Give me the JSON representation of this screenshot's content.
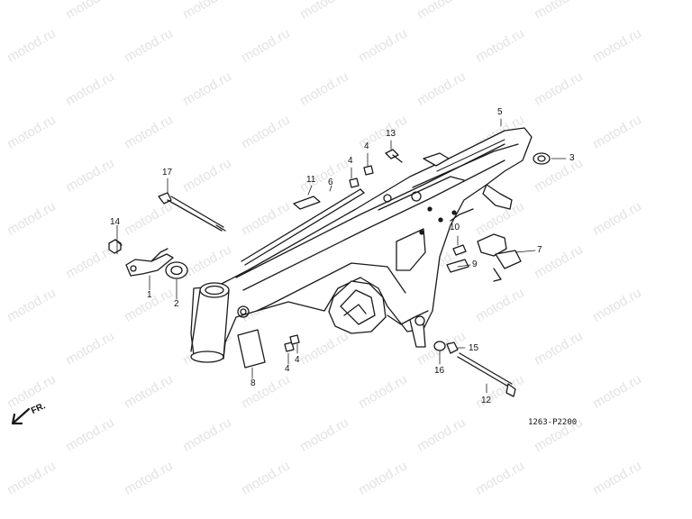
{
  "watermark": {
    "text": "motod.ru"
  },
  "diagram": {
    "code": "1263-P2200",
    "front_indicator": "FR.",
    "callouts": [
      "1",
      "2",
      "3",
      "4",
      "4",
      "4",
      "4",
      "5",
      "6",
      "7",
      "8",
      "9",
      "10",
      "11",
      "12",
      "13",
      "14",
      "15",
      "16",
      "17"
    ]
  }
}
